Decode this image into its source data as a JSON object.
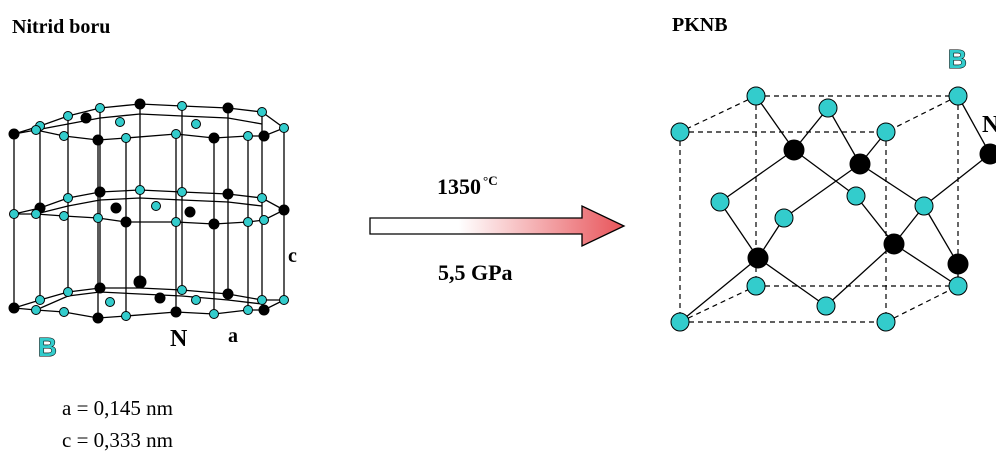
{
  "left": {
    "title": "Nitrid boru",
    "labels": {
      "b": "B",
      "n": "N",
      "a": "a",
      "c": "c"
    },
    "params": {
      "a": "a = 0,145 nm",
      "c": "c = 0,333 nm"
    }
  },
  "right": {
    "title": "PKNB",
    "labels": {
      "b": "B",
      "n": "N"
    }
  },
  "conditions": {
    "temperature_value": "1350",
    "temperature_unit": "°C",
    "pressure": "5,5 GPa"
  },
  "colors": {
    "boron": "#33cccc",
    "nitrogen": "#000000",
    "arrow_tip": "#e8545a"
  }
}
